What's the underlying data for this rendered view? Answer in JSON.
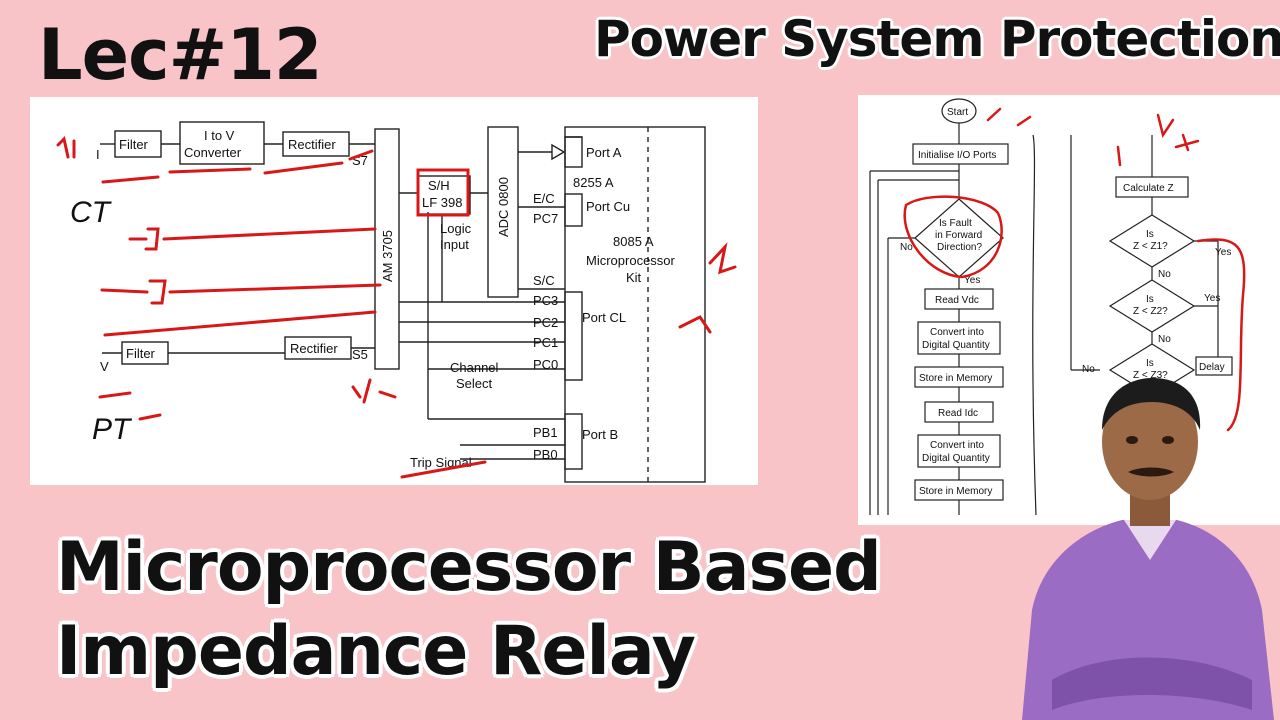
{
  "header": {
    "lecture": "Lec#12",
    "course": "Power System Protection"
  },
  "title": {
    "line1": "Microprocessor Based",
    "line2": "Impedance Relay"
  },
  "block_diagram": {
    "inputs": [
      "I",
      "V"
    ],
    "filter": "Filter",
    "i_to_v": [
      "I to V",
      "Converter"
    ],
    "rectifier": "Rectifier",
    "s7": "S7",
    "s5": "S5",
    "mux": "AM 3705",
    "sh": [
      "S/H",
      "LF 398"
    ],
    "logic_input": [
      "Logic",
      "Input"
    ],
    "adc": "ADC 0800",
    "port_a": "Port A",
    "ppi": "8255 A",
    "ec": "E/C",
    "pc7": "PC7",
    "port_cu": "Port Cu",
    "sc": "S/C",
    "pc3": "PC3",
    "pc2": "PC2",
    "pc1": "PC1",
    "pc0": "PC0",
    "port_cl": "Port CL",
    "channel_select": [
      "Channel",
      "Select"
    ],
    "cpu": [
      "8085 A",
      "Microprocessor",
      "Kit"
    ],
    "pb1": "PB1",
    "pb0": "PB0",
    "port_b": "Port B",
    "trip": "Trip Signal",
    "annotations": [
      "CT",
      "PT"
    ]
  },
  "flowchart": {
    "start": "Start",
    "init": "Initialise I/O Ports",
    "fault_q": [
      "Is Fault",
      "in Forward",
      "Direction?"
    ],
    "no": "No",
    "yes": "Yes",
    "read_vdc": "Read Vdc",
    "convert": [
      "Convert into",
      "Digital Quantity"
    ],
    "store": "Store in Memory",
    "read_idc": "Read Idc",
    "calc_z": "Calculate Z",
    "z1_q": [
      "Is",
      "Z < Z1?"
    ],
    "z2_q": [
      "Is",
      "Z < Z2?"
    ],
    "z3_q": [
      "Is",
      "Z < Z3?"
    ],
    "delay": "Delay"
  },
  "colors": {
    "background": "#f8c4c8",
    "ink": "#d81818"
  }
}
